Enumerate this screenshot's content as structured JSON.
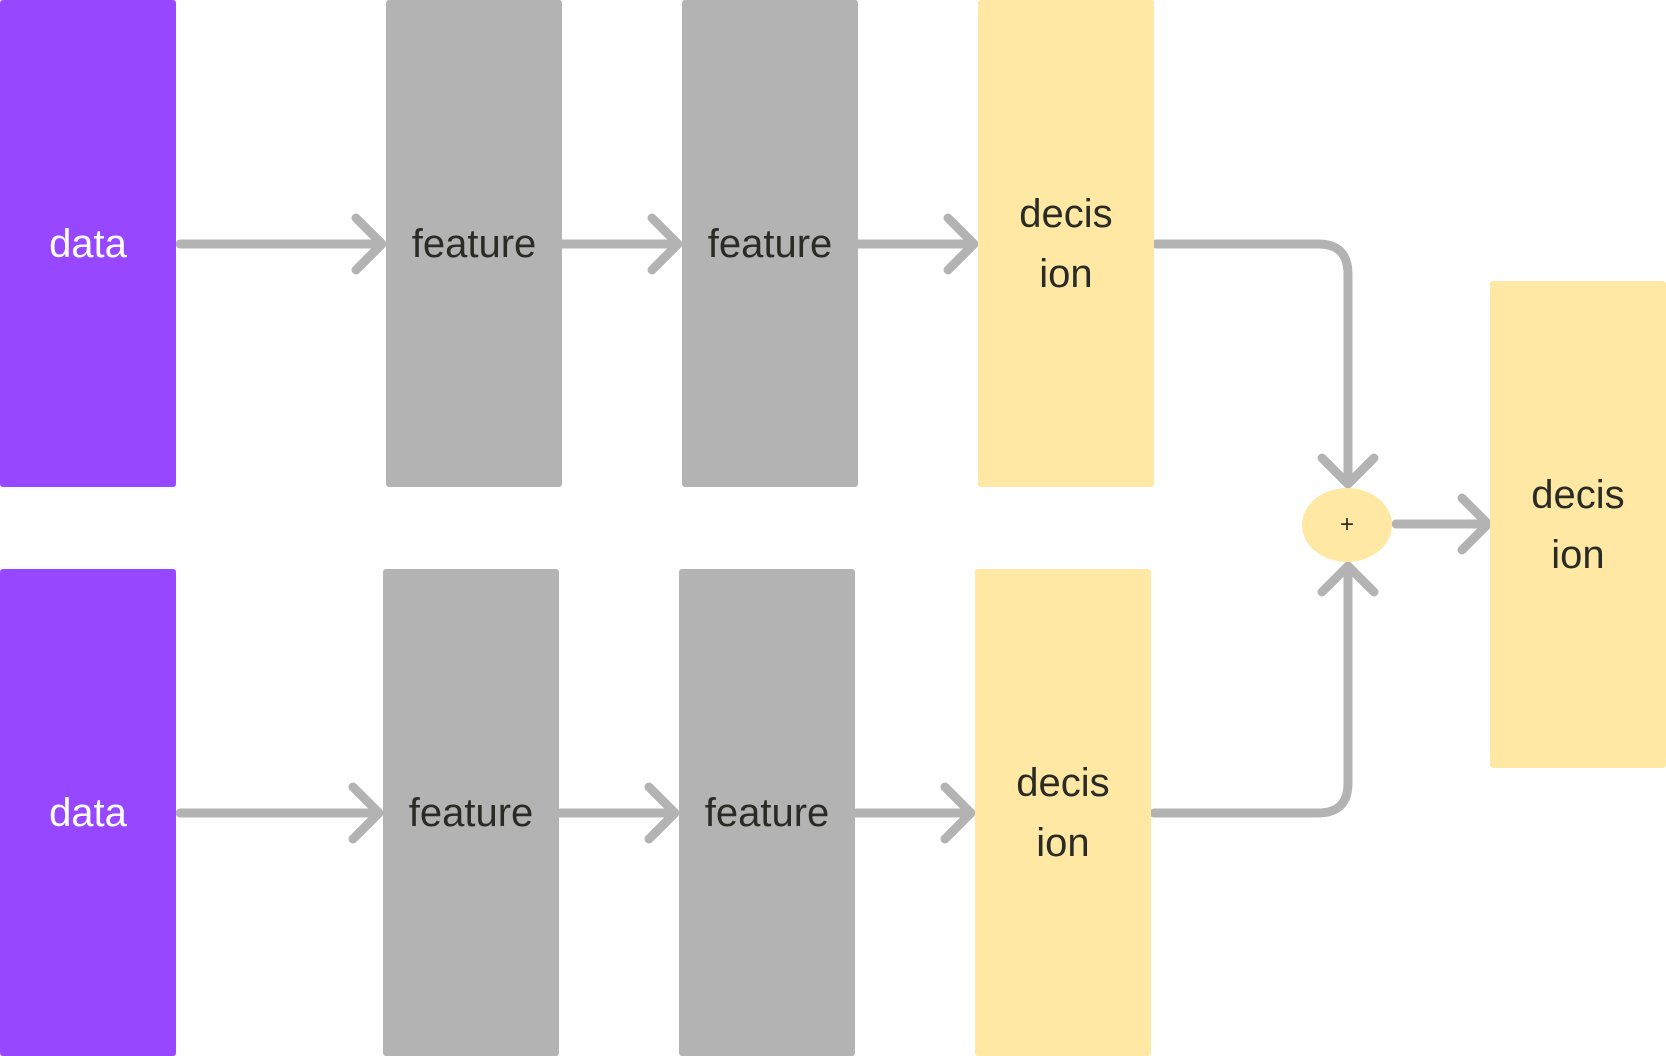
{
  "colors": {
    "data_fill": "#9747FF",
    "feature_fill": "#B3B3B3",
    "decision_fill": "#FFE8A3",
    "arrow": "#B3B3B3",
    "text_dark": "#2b2b26",
    "text_light": "#ffffff"
  },
  "pipelines": [
    {
      "data": "data",
      "feature1": "feature",
      "feature2": "feature",
      "decision_line1": "decis",
      "decision_line2": "ion"
    },
    {
      "data": "data",
      "feature1": "feature",
      "feature2": "feature",
      "decision_line1": "decis",
      "decision_line2": "ion"
    }
  ],
  "combiner": {
    "symbol": "+"
  },
  "final_decision": {
    "line1": "decis",
    "line2": "ion"
  }
}
